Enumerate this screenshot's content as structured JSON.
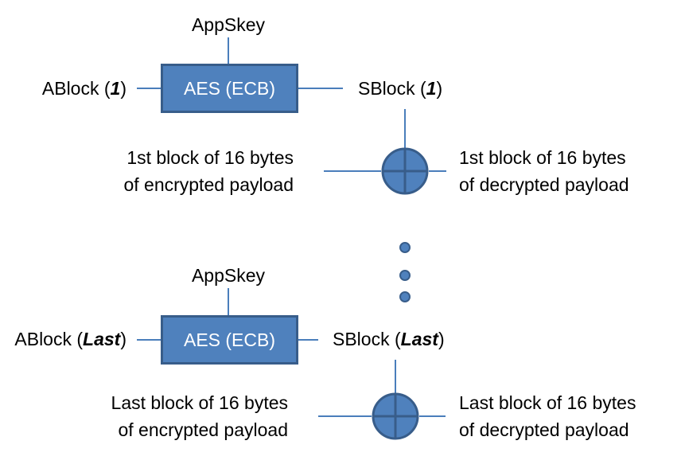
{
  "colors": {
    "fill": "#4f81bd",
    "stroke": "#385d8a",
    "line": "#4a7ebb"
  },
  "blocks": [
    {
      "key_label": "AppSkey",
      "cipher_label": "AES (ECB)",
      "input_prefix": "ABlock (",
      "input_index": "1",
      "input_suffix": ")",
      "output_prefix": "SBlock (",
      "output_index": "1",
      "output_suffix": ")",
      "encrypted_line1": "1st block of 16 bytes",
      "encrypted_line2": "of encrypted payload",
      "decrypted_line1": "1st block of 16 bytes",
      "decrypted_line2": "of decrypted payload"
    },
    {
      "key_label": "AppSkey",
      "cipher_label": "AES (ECB)",
      "input_prefix": "ABlock (",
      "input_index": "Last",
      "input_suffix": ")",
      "output_prefix": "SBlock (",
      "output_index": "Last",
      "output_suffix": ")",
      "encrypted_line1": "Last block of 16 bytes",
      "encrypted_line2": "of encrypted payload",
      "decrypted_line1": "Last block of 16 bytes",
      "decrypted_line2": "of decrypted payload"
    }
  ]
}
